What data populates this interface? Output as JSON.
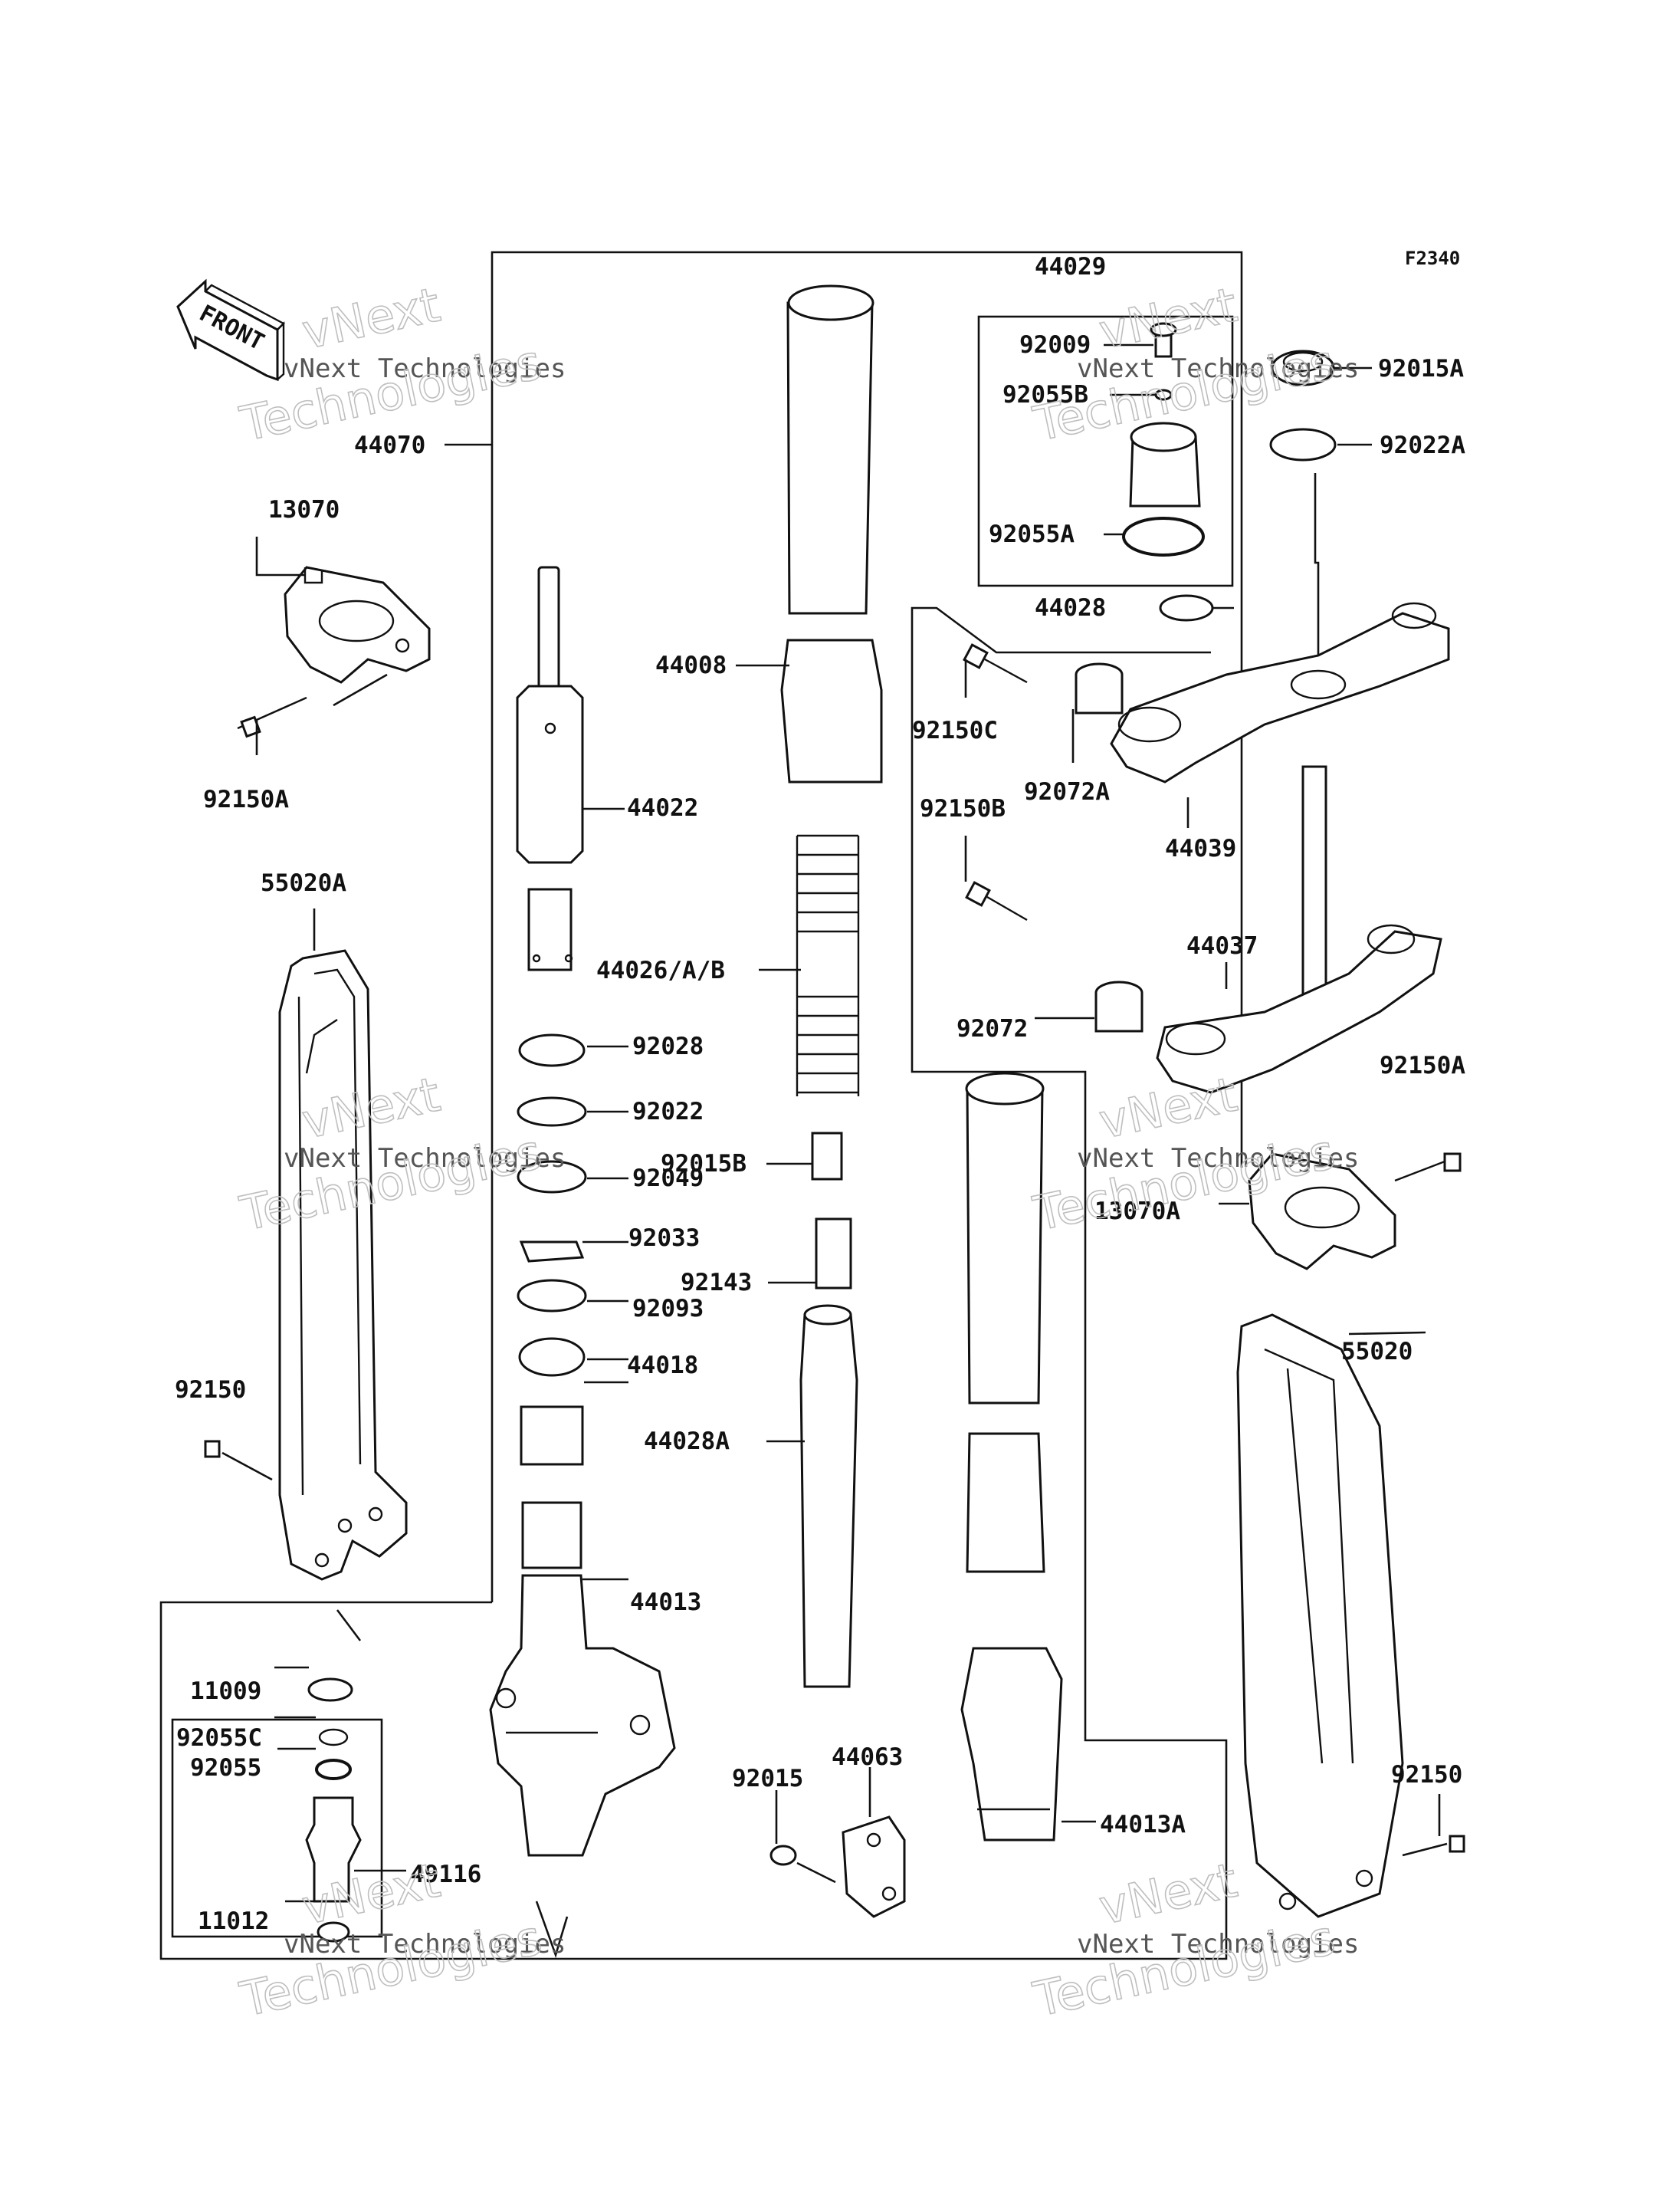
{
  "figure_code": "F2340",
  "front_label": "FRONT",
  "watermark": {
    "line1": "vNext",
    "line2": "vNext Technologies",
    "line3": "Technologies"
  },
  "parts": [
    {
      "id": "lbl-44029",
      "text": "44029"
    },
    {
      "id": "lbl-92009",
      "text": "92009"
    },
    {
      "id": "lbl-92055B",
      "text": "92055B"
    },
    {
      "id": "lbl-92055A",
      "text": "92055A"
    },
    {
      "id": "lbl-92015A",
      "text": "92015A"
    },
    {
      "id": "lbl-92022A",
      "text": "92022A"
    },
    {
      "id": "lbl-44028",
      "text": "44028"
    },
    {
      "id": "lbl-44070",
      "text": "44070"
    },
    {
      "id": "lbl-13070",
      "text": "13070"
    },
    {
      "id": "lbl-92150A-l",
      "text": "92150A"
    },
    {
      "id": "lbl-55020A",
      "text": "55020A"
    },
    {
      "id": "lbl-92150-l",
      "text": "92150"
    },
    {
      "id": "lbl-44008",
      "text": "44008"
    },
    {
      "id": "lbl-44022",
      "text": "44022"
    },
    {
      "id": "lbl-44026",
      "text": "44026/A/B"
    },
    {
      "id": "lbl-92028",
      "text": "92028"
    },
    {
      "id": "lbl-92022",
      "text": "92022"
    },
    {
      "id": "lbl-92015B",
      "text": "92015B"
    },
    {
      "id": "lbl-92049",
      "text": "92049"
    },
    {
      "id": "lbl-92033",
      "text": "92033"
    },
    {
      "id": "lbl-92143",
      "text": "92143"
    },
    {
      "id": "lbl-92093",
      "text": "92093"
    },
    {
      "id": "lbl-44018",
      "text": "44018"
    },
    {
      "id": "lbl-44028A",
      "text": "44028A"
    },
    {
      "id": "lbl-44013",
      "text": "44013"
    },
    {
      "id": "lbl-92150C",
      "text": "92150C"
    },
    {
      "id": "lbl-92072A",
      "text": "92072A"
    },
    {
      "id": "lbl-44039",
      "text": "44039"
    },
    {
      "id": "lbl-92150B",
      "text": "92150B"
    },
    {
      "id": "lbl-44037",
      "text": "44037"
    },
    {
      "id": "lbl-92072",
      "text": "92072"
    },
    {
      "id": "lbl-92150A-r",
      "text": "92150A"
    },
    {
      "id": "lbl-13070A",
      "text": "13070A"
    },
    {
      "id": "lbl-55020",
      "text": "55020"
    },
    {
      "id": "lbl-92150-r",
      "text": "92150"
    },
    {
      "id": "lbl-11009",
      "text": "11009"
    },
    {
      "id": "lbl-92055C",
      "text": "92055C"
    },
    {
      "id": "lbl-92055",
      "text": "92055"
    },
    {
      "id": "lbl-49116",
      "text": "49116"
    },
    {
      "id": "lbl-11012",
      "text": "11012"
    },
    {
      "id": "lbl-92015",
      "text": "92015"
    },
    {
      "id": "lbl-44063",
      "text": "44063"
    },
    {
      "id": "lbl-44013A",
      "text": "44013A"
    }
  ]
}
